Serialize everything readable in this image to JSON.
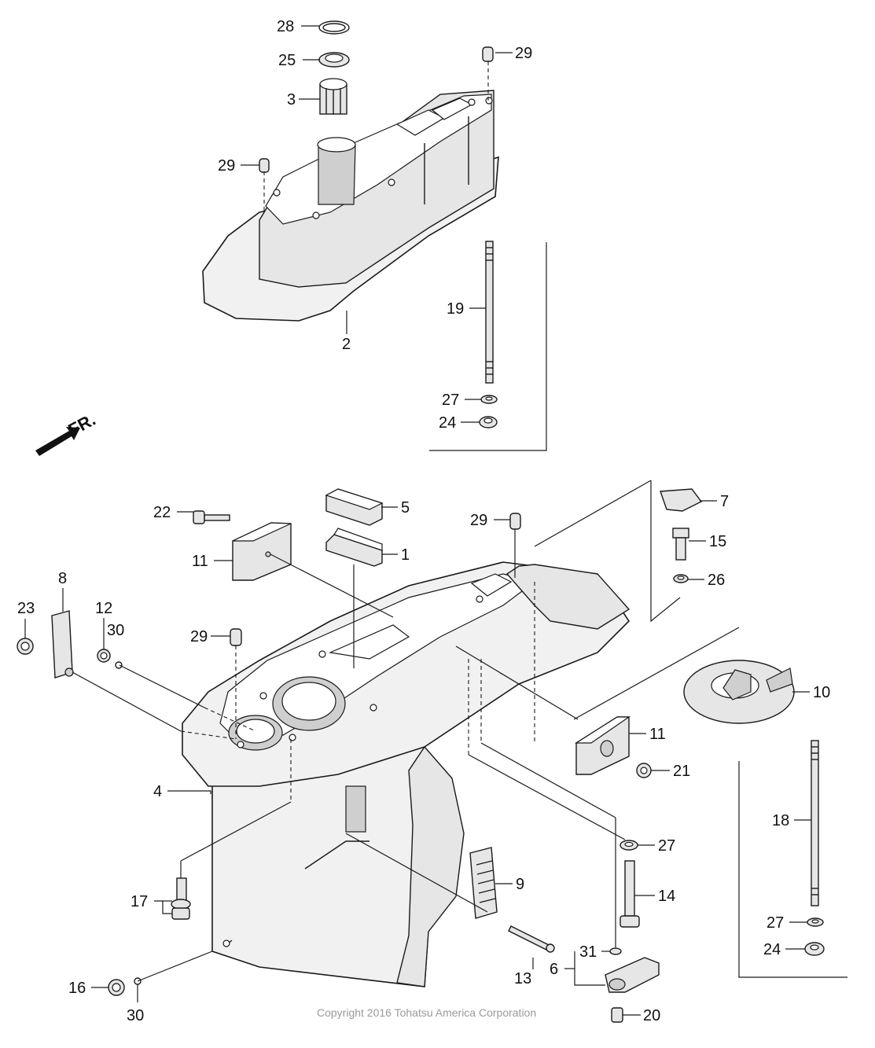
{
  "diagram": {
    "copyright": "Copyright 2016 Tohatsu America Corporation",
    "direction_label": "FR.",
    "callouts": {
      "c28": "28",
      "c25": "25",
      "c29a": "29",
      "c3": "3",
      "c29b": "29",
      "c2": "2",
      "c19": "19",
      "c27a": "27",
      "c24a": "24",
      "c5": "5",
      "c22": "22",
      "c1": "1",
      "c11a": "11",
      "c29c": "29",
      "c7": "7",
      "c15": "15",
      "c26": "26",
      "c8": "8",
      "c23": "23",
      "c12": "12",
      "c30a": "30",
      "c29d": "29",
      "c10": "10",
      "c11b": "11",
      "c21": "21",
      "c4": "4",
      "c18": "18",
      "c27b": "27",
      "c9": "9",
      "c14": "14",
      "c17": "17",
      "c27c": "27",
      "c24b": "24",
      "c31": "31",
      "c13": "13",
      "c6": "6",
      "c16": "16",
      "c30b": "30",
      "c20": "20"
    }
  }
}
